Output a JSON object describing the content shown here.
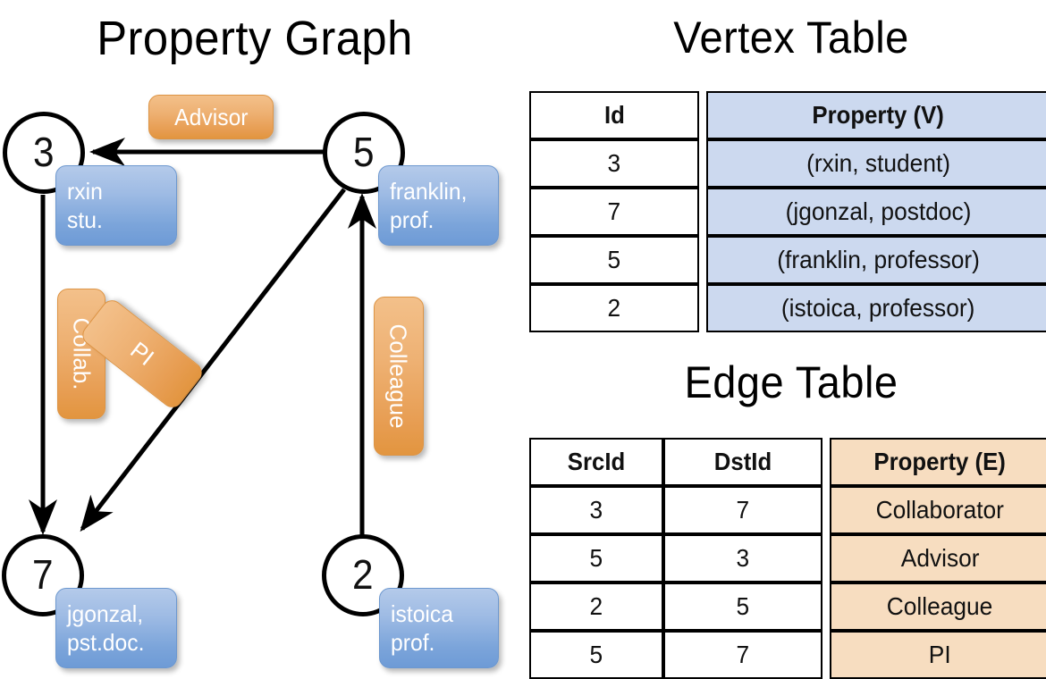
{
  "titles": {
    "property_graph": "Property Graph",
    "vertex_table": "Vertex Table",
    "edge_table": "Edge Table"
  },
  "colors": {
    "vertex_property_fill": "#ccd9ef",
    "edge_property_fill": "#f7ddc0",
    "node_box_blue": "#7ba4da",
    "edge_label_orange": "#e79d52",
    "stroke": "#000000",
    "background": "#ffffff"
  },
  "graph": {
    "vertices": [
      {
        "id": "3",
        "prop_lines": [
          "rxin",
          "stu."
        ]
      },
      {
        "id": "5",
        "prop_lines": [
          "franklin,",
          "prof."
        ]
      },
      {
        "id": "7",
        "prop_lines": [
          "jgonzal,",
          "pst.doc."
        ]
      },
      {
        "id": "2",
        "prop_lines": [
          "istoica",
          "prof."
        ]
      }
    ],
    "edge_labels": [
      {
        "text": "Advisor",
        "orientation": "horizontal"
      },
      {
        "text": "Collab.",
        "orientation": "vertical"
      },
      {
        "text": "PI",
        "orientation": "diagonal"
      },
      {
        "text": "Colleague",
        "orientation": "vertical"
      }
    ],
    "edges": [
      {
        "src": "5",
        "dst": "3",
        "label": "Advisor"
      },
      {
        "src": "3",
        "dst": "7",
        "label": "Collab."
      },
      {
        "src": "5",
        "dst": "7",
        "label": "PI"
      },
      {
        "src": "2",
        "dst": "5",
        "label": "Colleague"
      }
    ]
  },
  "vertex_table": {
    "headers": [
      "Id",
      "Property (V)"
    ],
    "rows": [
      {
        "id": "3",
        "property": "(rxin, student)"
      },
      {
        "id": "7",
        "property": "(jgonzal, postdoc)"
      },
      {
        "id": "5",
        "property": "(franklin, professor)"
      },
      {
        "id": "2",
        "property": "(istoica, professor)"
      }
    ]
  },
  "edge_table": {
    "headers": [
      "SrcId",
      "DstId",
      "Property (E)"
    ],
    "rows": [
      {
        "src": "3",
        "dst": "7",
        "property": "Collaborator"
      },
      {
        "src": "5",
        "dst": "3",
        "property": "Advisor"
      },
      {
        "src": "2",
        "dst": "5",
        "property": "Colleague"
      },
      {
        "src": "5",
        "dst": "7",
        "property": "PI"
      }
    ]
  }
}
